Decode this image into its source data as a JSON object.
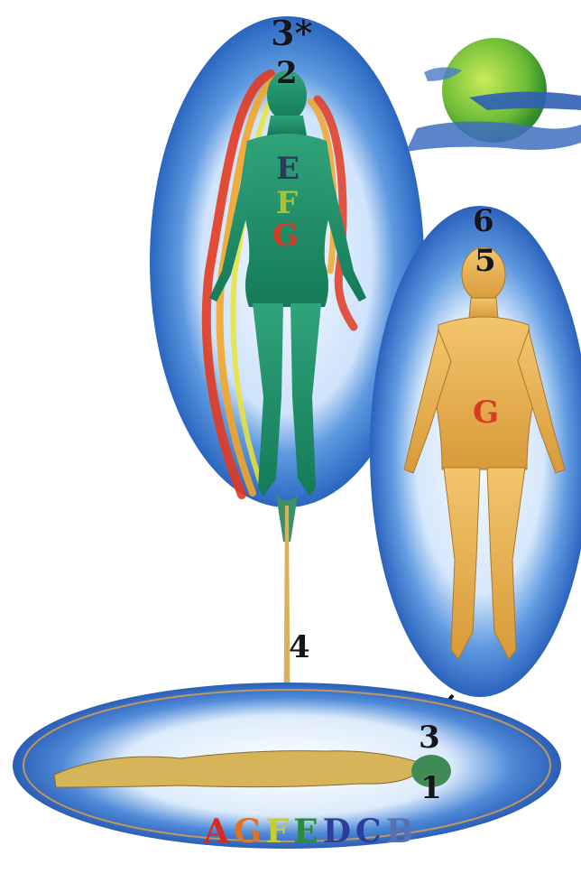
{
  "labels": {
    "n3_star": "3*",
    "n2": "2",
    "n6": "6",
    "n5": "5",
    "n4": "4",
    "n3": "3",
    "n1": "1"
  },
  "upper_body_letters": {
    "e": "E",
    "f": "F",
    "g": "G"
  },
  "middle_body_letter": "G",
  "lower_bands": [
    {
      "letter": "A",
      "color": "#d62a1e"
    },
    {
      "letter": "G",
      "color": "#e6711c"
    },
    {
      "letter": "F",
      "color": "#c7cf2a"
    },
    {
      "letter": "E",
      "color": "#2b8a3c"
    },
    {
      "letter": "D",
      "color": "#2b3f9a"
    },
    {
      "letter": "C",
      "color": "#2a3ea0"
    },
    {
      "letter": "B",
      "color": "#5a6fb0"
    }
  ],
  "colors": {
    "aura_blue": "#2f74c9",
    "aura_halo": "#eaf4ff",
    "upper_body": "#1f8a6a",
    "middle_body": "#e8b65a",
    "moon": "#7cc43c",
    "label_red": "#d83a22"
  }
}
